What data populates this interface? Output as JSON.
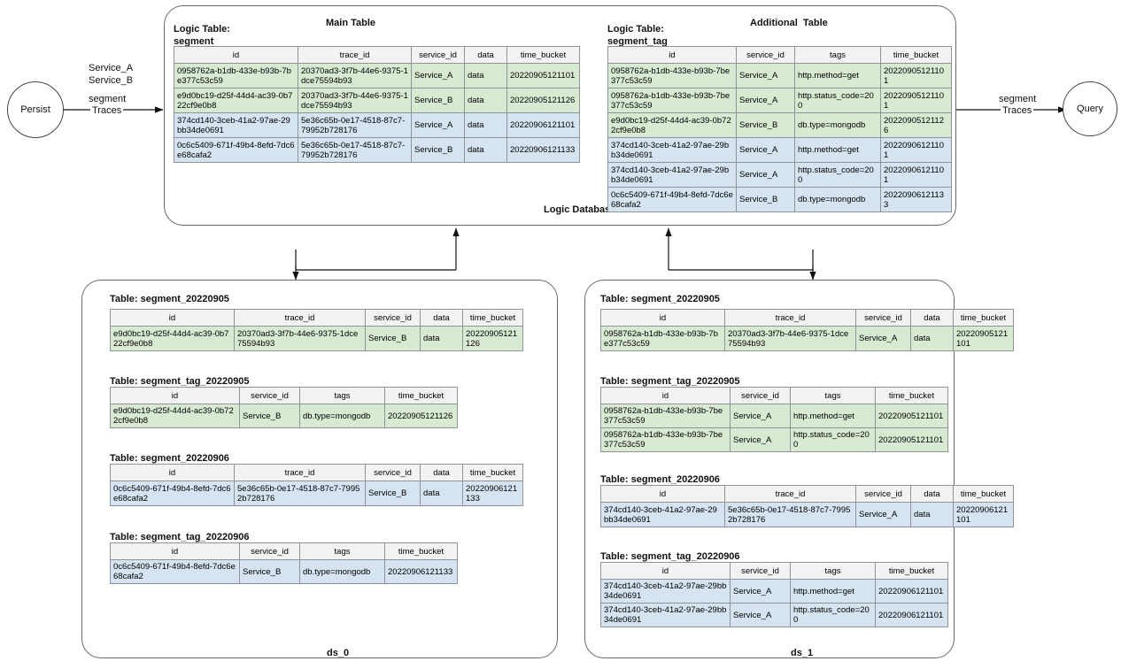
{
  "nodes": {
    "persist": "Persist",
    "query": "Query"
  },
  "edges": {
    "left": {
      "line1": "Service_A",
      "line2": "Service_B",
      "line3": "segment",
      "line4": "Traces"
    },
    "right": {
      "line1": "segment",
      "line2": "Traces"
    }
  },
  "logic_db": {
    "caption": "Logic Database",
    "main": {
      "title": "Main Table",
      "logic_label_line1": "Logic Table:",
      "logic_label_line2": "segment",
      "columns": [
        "id",
        "trace_id",
        "service_id",
        "data",
        "time_bucket"
      ],
      "rows": [
        {
          "color": "green",
          "cells": [
            "0958762a-b1db-433e-b93b-7be377c53c59",
            "20370ad3-3f7b-44e6-9375-1dce75594b93",
            "Service_A",
            "data",
            "20220905121101"
          ]
        },
        {
          "color": "green",
          "cells": [
            "e9d0bc19-d25f-44d4-ac39-0b722cf9e0b8",
            "20370ad3-3f7b-44e6-9375-1dce75594b93",
            "Service_B",
            "data",
            "20220905121126"
          ]
        },
        {
          "color": "blue",
          "cells": [
            "374cd140-3ceb-41a2-97ae-29bb34de0691",
            "5e36c65b-0e17-4518-87c7-79952b728176",
            "Service_A",
            "data",
            "20220906121101"
          ]
        },
        {
          "color": "blue",
          "cells": [
            "0c6c5409-671f-49b4-8efd-7dc6e68cafa2",
            "5e36c65b-0e17-4518-87c7-79952b728176",
            "Service_B",
            "data",
            "20220906121133"
          ]
        }
      ]
    },
    "additional": {
      "title": "Additional  Table",
      "logic_label_line1": "Logic Table:",
      "logic_label_line2": "segment_tag",
      "columns": [
        "id",
        "service_id",
        "tags",
        "time_bucket"
      ],
      "rows": [
        {
          "color": "green",
          "cells": [
            "0958762a-b1db-433e-b93b-7be377c53c59",
            "Service_A",
            "http.method=get",
            "20220905121101"
          ]
        },
        {
          "color": "green",
          "cells": [
            "0958762a-b1db-433e-b93b-7be377c53c59",
            "Service_A",
            "http.status_code=200",
            "20220905121101"
          ]
        },
        {
          "color": "green",
          "cells": [
            "e9d0bc19-d25f-44d4-ac39-0b722cf9e0b8",
            "Service_B",
            "db.type=mongodb",
            "20220905121126"
          ]
        },
        {
          "color": "blue",
          "cells": [
            "374cd140-3ceb-41a2-97ae-29bb34de0691",
            "Service_A",
            "http.method=get",
            "20220906121101"
          ]
        },
        {
          "color": "blue",
          "cells": [
            "374cd140-3ceb-41a2-97ae-29bb34de0691",
            "Service_A",
            "http.status_code=200",
            "20220906121101"
          ]
        },
        {
          "color": "blue",
          "cells": [
            "0c6c5409-671f-49b4-8efd-7dc6e68cafa2",
            "Service_B",
            "db.type=mongodb",
            "20220906121133"
          ]
        }
      ]
    }
  },
  "shards": {
    "ds0": {
      "caption": "ds_0",
      "tables": [
        {
          "label": "Table: segment_20220905",
          "columns": [
            "id",
            "trace_id",
            "service_id",
            "data",
            "time_bucket"
          ],
          "rows": [
            {
              "color": "green",
              "cells": [
                "e9d0bc19-d25f-44d4-ac39-0b722cf9e0b8",
                "20370ad3-3f7b-44e6-9375-1dce75594b93",
                "Service_B",
                "data",
                "20220905121126"
              ]
            }
          ]
        },
        {
          "label": "Table: segment_tag_20220905",
          "columns": [
            "id",
            "service_id",
            "tags",
            "time_bucket"
          ],
          "rows": [
            {
              "color": "green",
              "cells": [
                "e9d0bc19-d25f-44d4-ac39-0b722cf9e0b8",
                "Service_B",
                "db.type=mongodb",
                "20220905121126"
              ]
            }
          ]
        },
        {
          "label": "Table: segment_20220906",
          "columns": [
            "id",
            "trace_id",
            "service_id",
            "data",
            "time_bucket"
          ],
          "rows": [
            {
              "color": "blue",
              "cells": [
                "0c6c5409-671f-49b4-8efd-7dc6e68cafa2",
                "5e36c65b-0e17-4518-87c7-79952b728176",
                "Service_B",
                "data",
                "20220906121133"
              ]
            }
          ]
        },
        {
          "label": "Table: segment_tag_20220906",
          "columns": [
            "id",
            "service_id",
            "tags",
            "time_bucket"
          ],
          "rows": [
            {
              "color": "blue",
              "cells": [
                "0c6c5409-671f-49b4-8efd-7dc6e68cafa2",
                "Service_B",
                "db.type=mongodb",
                "20220906121133"
              ]
            }
          ]
        }
      ]
    },
    "ds1": {
      "caption": "ds_1",
      "tables": [
        {
          "label": "Table: segment_20220905",
          "columns": [
            "id",
            "trace_id",
            "service_id",
            "data",
            "time_bucket"
          ],
          "rows": [
            {
              "color": "green",
              "cells": [
                "0958762a-b1db-433e-b93b-7be377c53c59",
                "20370ad3-3f7b-44e6-9375-1dce75594b93",
                "Service_A",
                "data",
                "20220905121101"
              ]
            }
          ]
        },
        {
          "label": "Table: segment_tag_20220905",
          "columns": [
            "id",
            "service_id",
            "tags",
            "time_bucket"
          ],
          "rows": [
            {
              "color": "green",
              "cells": [
                "0958762a-b1db-433e-b93b-7be377c53c59",
                "Service_A",
                "http.method=get",
                "20220905121101"
              ]
            },
            {
              "color": "green",
              "cells": [
                "0958762a-b1db-433e-b93b-7be377c53c59",
                "Service_A",
                "http.status_code=200",
                "20220905121101"
              ]
            }
          ]
        },
        {
          "label": "Table: segment_20220906",
          "columns": [
            "id",
            "trace_id",
            "service_id",
            "data",
            "time_bucket"
          ],
          "rows": [
            {
              "color": "blue",
              "cells": [
                "374cd140-3ceb-41a2-97ae-29bb34de0691",
                "5e36c65b-0e17-4518-87c7-79952b728176",
                "Service_A",
                "data",
                "20220906121101"
              ]
            }
          ]
        },
        {
          "label": "Table: segment_tag_20220906",
          "columns": [
            "id",
            "service_id",
            "tags",
            "time_bucket"
          ],
          "rows": [
            {
              "color": "blue",
              "cells": [
                "374cd140-3ceb-41a2-97ae-29bb34de0691",
                "Service_A",
                "http.method=get",
                "20220906121101"
              ]
            },
            {
              "color": "blue",
              "cells": [
                "374cd140-3ceb-41a2-97ae-29bb34de0691",
                "Service_A",
                "http.status_code=200",
                "20220906121101"
              ]
            }
          ]
        }
      ]
    }
  },
  "colors": {
    "green_row": "#d9ead3",
    "blue_row": "#d6e4f2",
    "header": "#f3f3f3",
    "border": "#8f9499",
    "container_border": "#6a6a6a"
  }
}
